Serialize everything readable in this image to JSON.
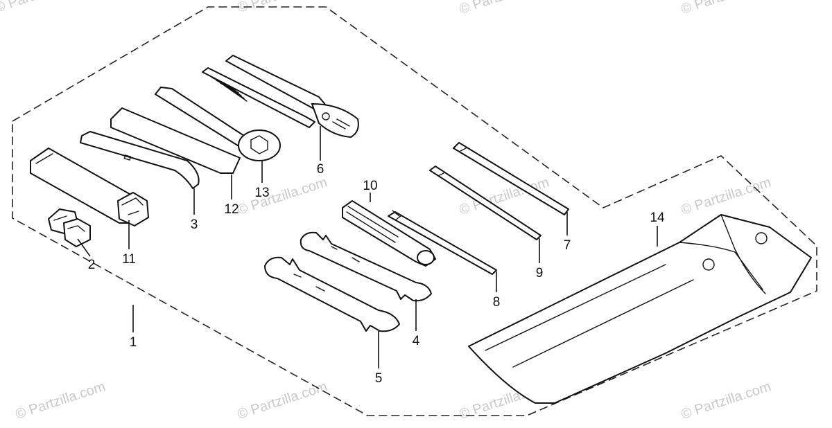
{
  "watermark": {
    "text": "© Partzilla.com"
  },
  "callouts": {
    "c1": "1",
    "c2": "2",
    "c3": "3",
    "c4": "4",
    "c5": "5",
    "c6": "6",
    "c7": "7",
    "c8": "8",
    "c9": "9",
    "c10": "10",
    "c11": "11",
    "c12": "12",
    "c13": "13",
    "c14": "14"
  }
}
